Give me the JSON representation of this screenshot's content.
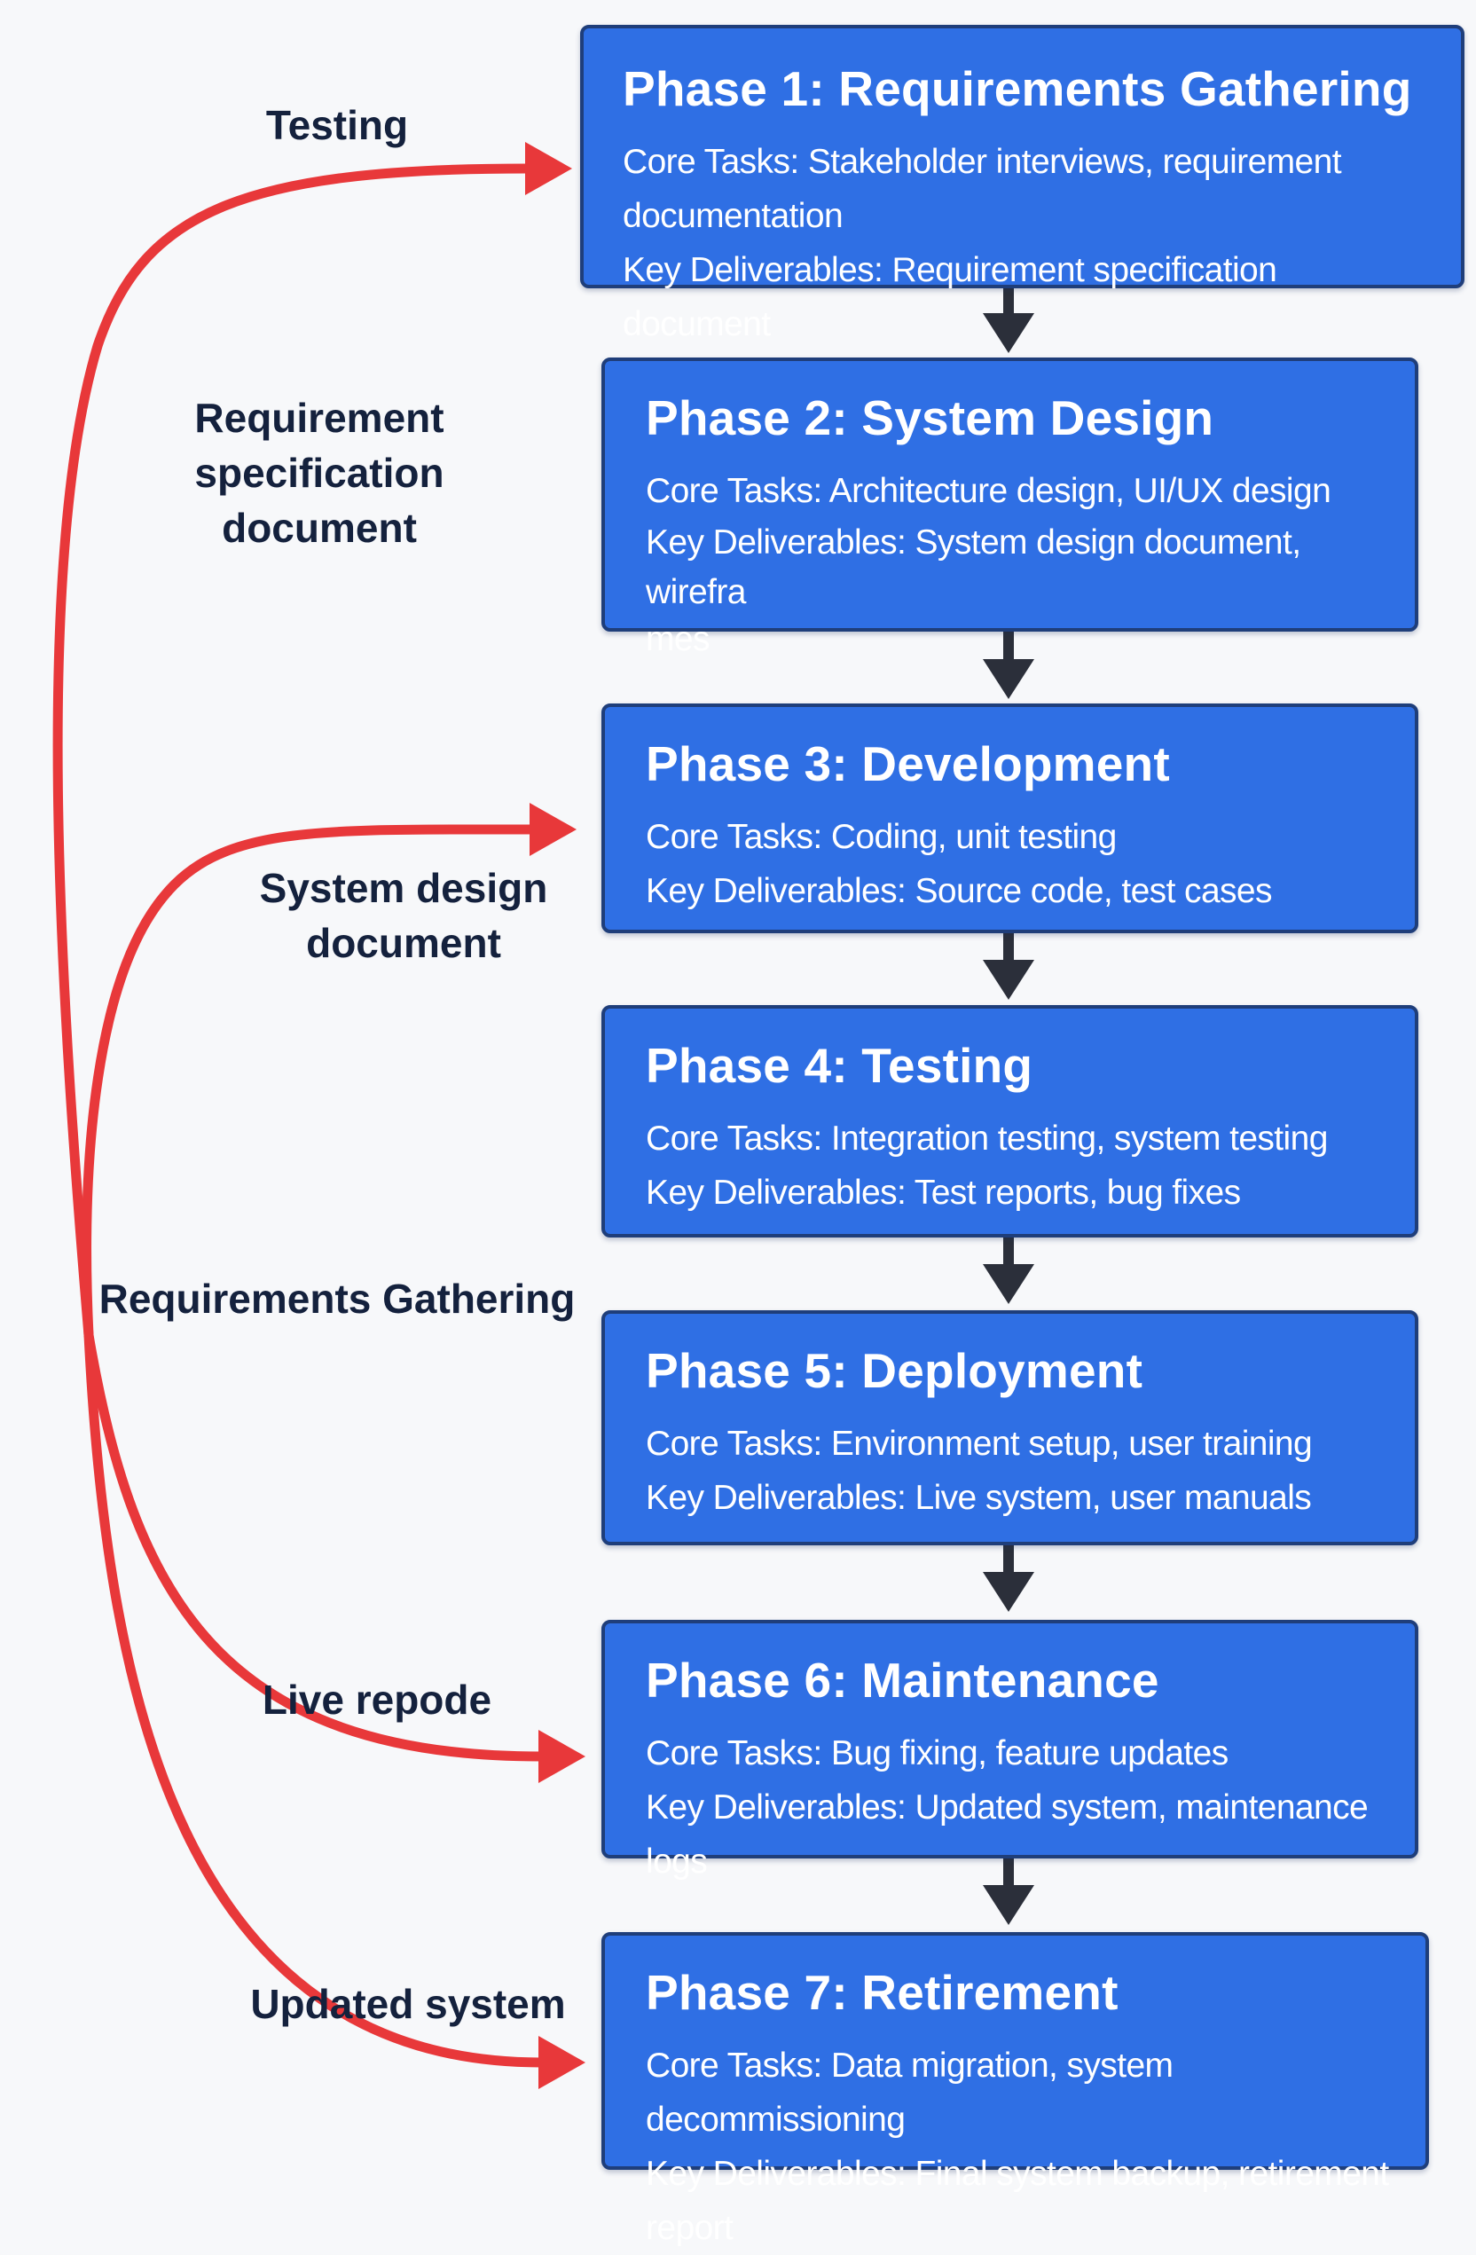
{
  "colors": {
    "box_fill": "#2f6fe4",
    "box_border": "#1f3e7a",
    "box_text": "#ffffff",
    "down_arrow": "#2b2f3a",
    "feedback_arrow": "#e8383a",
    "label_text": "#14213d",
    "background": "#f7f8fa"
  },
  "phases": [
    {
      "title": "Phase 1: Requirements Gathering",
      "core": "Core Tasks: Stakeholder interviews, requirement documentation",
      "deliverables": "Key Deliverables: Requirement specification document"
    },
    {
      "title": "Phase 2: System Design",
      "core": "Core Tasks: Architecture design, UI/UX design",
      "deliverables": "Key Deliverables: System design document, wirefra",
      "deliverables_cont": "mes"
    },
    {
      "title": "Phase 3: Development",
      "core": "Core Tasks: Coding, unit testing",
      "deliverables": "Key Deliverables: Source code, test cases"
    },
    {
      "title": "Phase 4: Testing",
      "core": "Core Tasks: Integration testing, system testing",
      "deliverables": "Key Deliverables: Test reports, bug fixes"
    },
    {
      "title": "Phase 5: Deployment",
      "core": "Core Tasks: Environment setup, user training",
      "deliverables": "Key Deliverables: Live system, user manuals"
    },
    {
      "title": "Phase 6: Maintenance",
      "core": "Core Tasks: Bug fixing, feature updates",
      "deliverables": "Key Deliverables: Updated system, maintenance logs"
    },
    {
      "title": "Phase 7: Retirement",
      "core": "Core Tasks: Data migration, system decommissioning",
      "deliverables": "Key Deliverables: Final system backup, retirement report"
    }
  ],
  "side_labels": {
    "testing": "Testing",
    "requirement_spec_line1": "Requirement",
    "requirement_spec_line2": "specification document",
    "system_design_line1": "System design",
    "system_design_line2": "document",
    "requirements_gathering": "Requirements Gathering",
    "live_repode": "Live repode",
    "updated_system": "Updated system"
  }
}
